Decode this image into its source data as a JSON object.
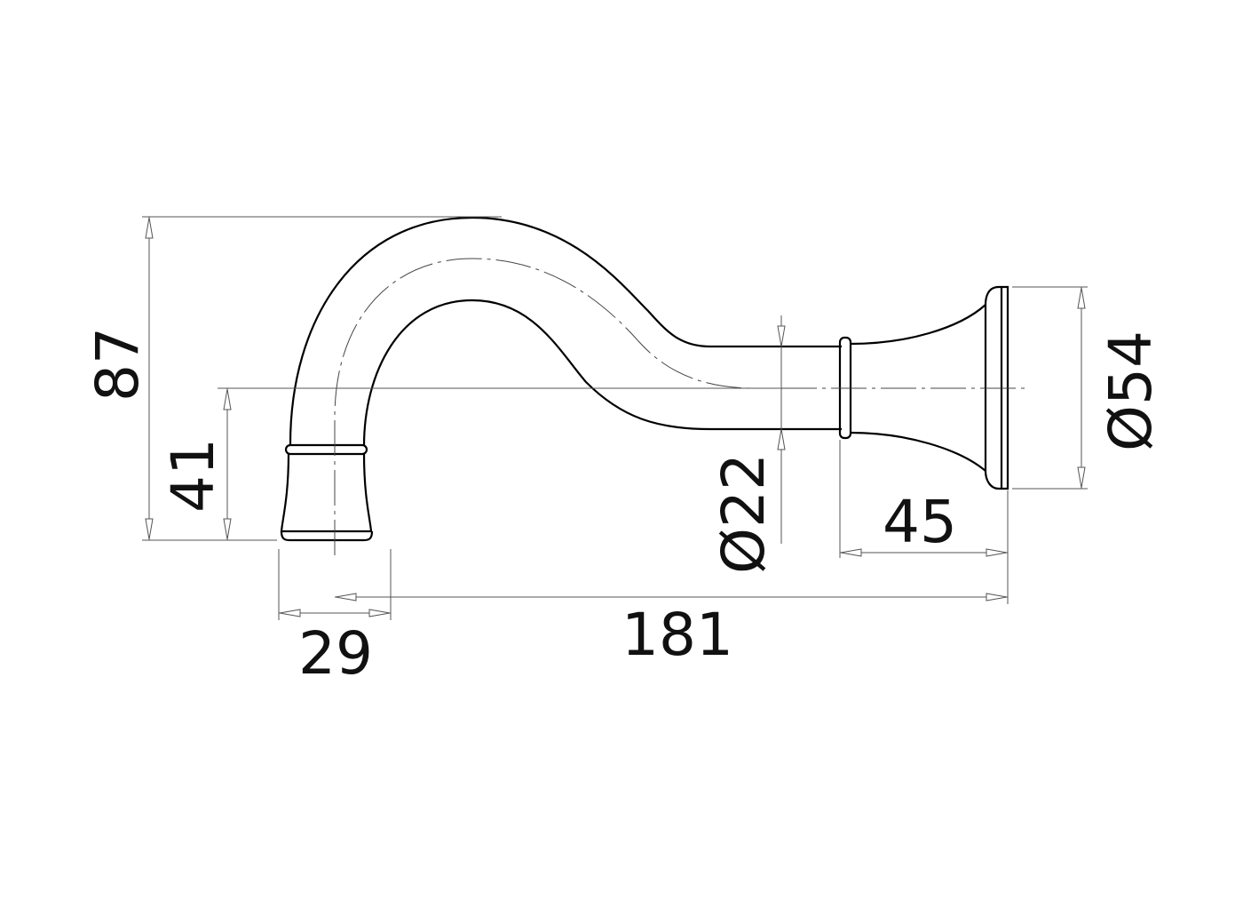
{
  "title": "Spout dimension drawing",
  "dimensions": {
    "height_total": "87",
    "height_outlet": "41",
    "pipe_diameter": "Ø22",
    "flange_diameter": "Ø54",
    "flange_depth": "45",
    "projection": "181",
    "outlet_width": "29"
  },
  "colors": {
    "line": "#000000",
    "dimension": "#555555"
  }
}
